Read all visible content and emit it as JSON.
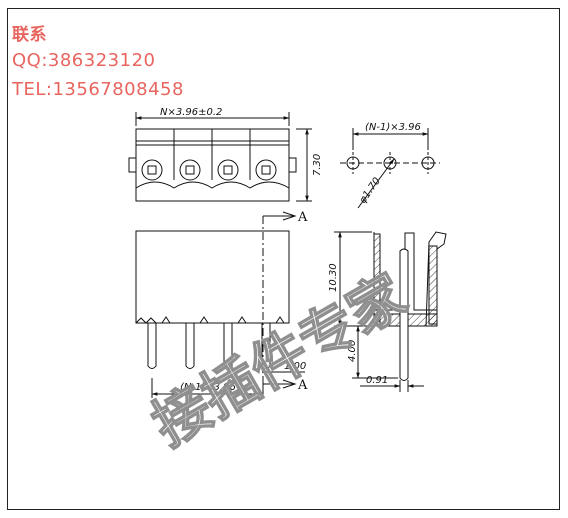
{
  "contact": {
    "title": "联系",
    "qq": "QQ:386323120",
    "tel": "TEL:13567808458"
  },
  "dimensions": {
    "top_width": "N×3.96±0.2",
    "hole_pitch": "(N-1)×3.96",
    "height_top": "7.30",
    "hole_dia": "φ1.70",
    "body_height": "10.30",
    "pin_length": "4.00",
    "pin_width": "1.00",
    "bottom_pitch": "(N-1)×3.96",
    "pin_offset": "0.91"
  },
  "section_marks": {
    "upper": "A",
    "lower": "A"
  },
  "watermark": "接插件专家",
  "colors": {
    "contact_text": "#e8655f",
    "line": "#111111",
    "watermark_outline": "#8f8f8f"
  }
}
